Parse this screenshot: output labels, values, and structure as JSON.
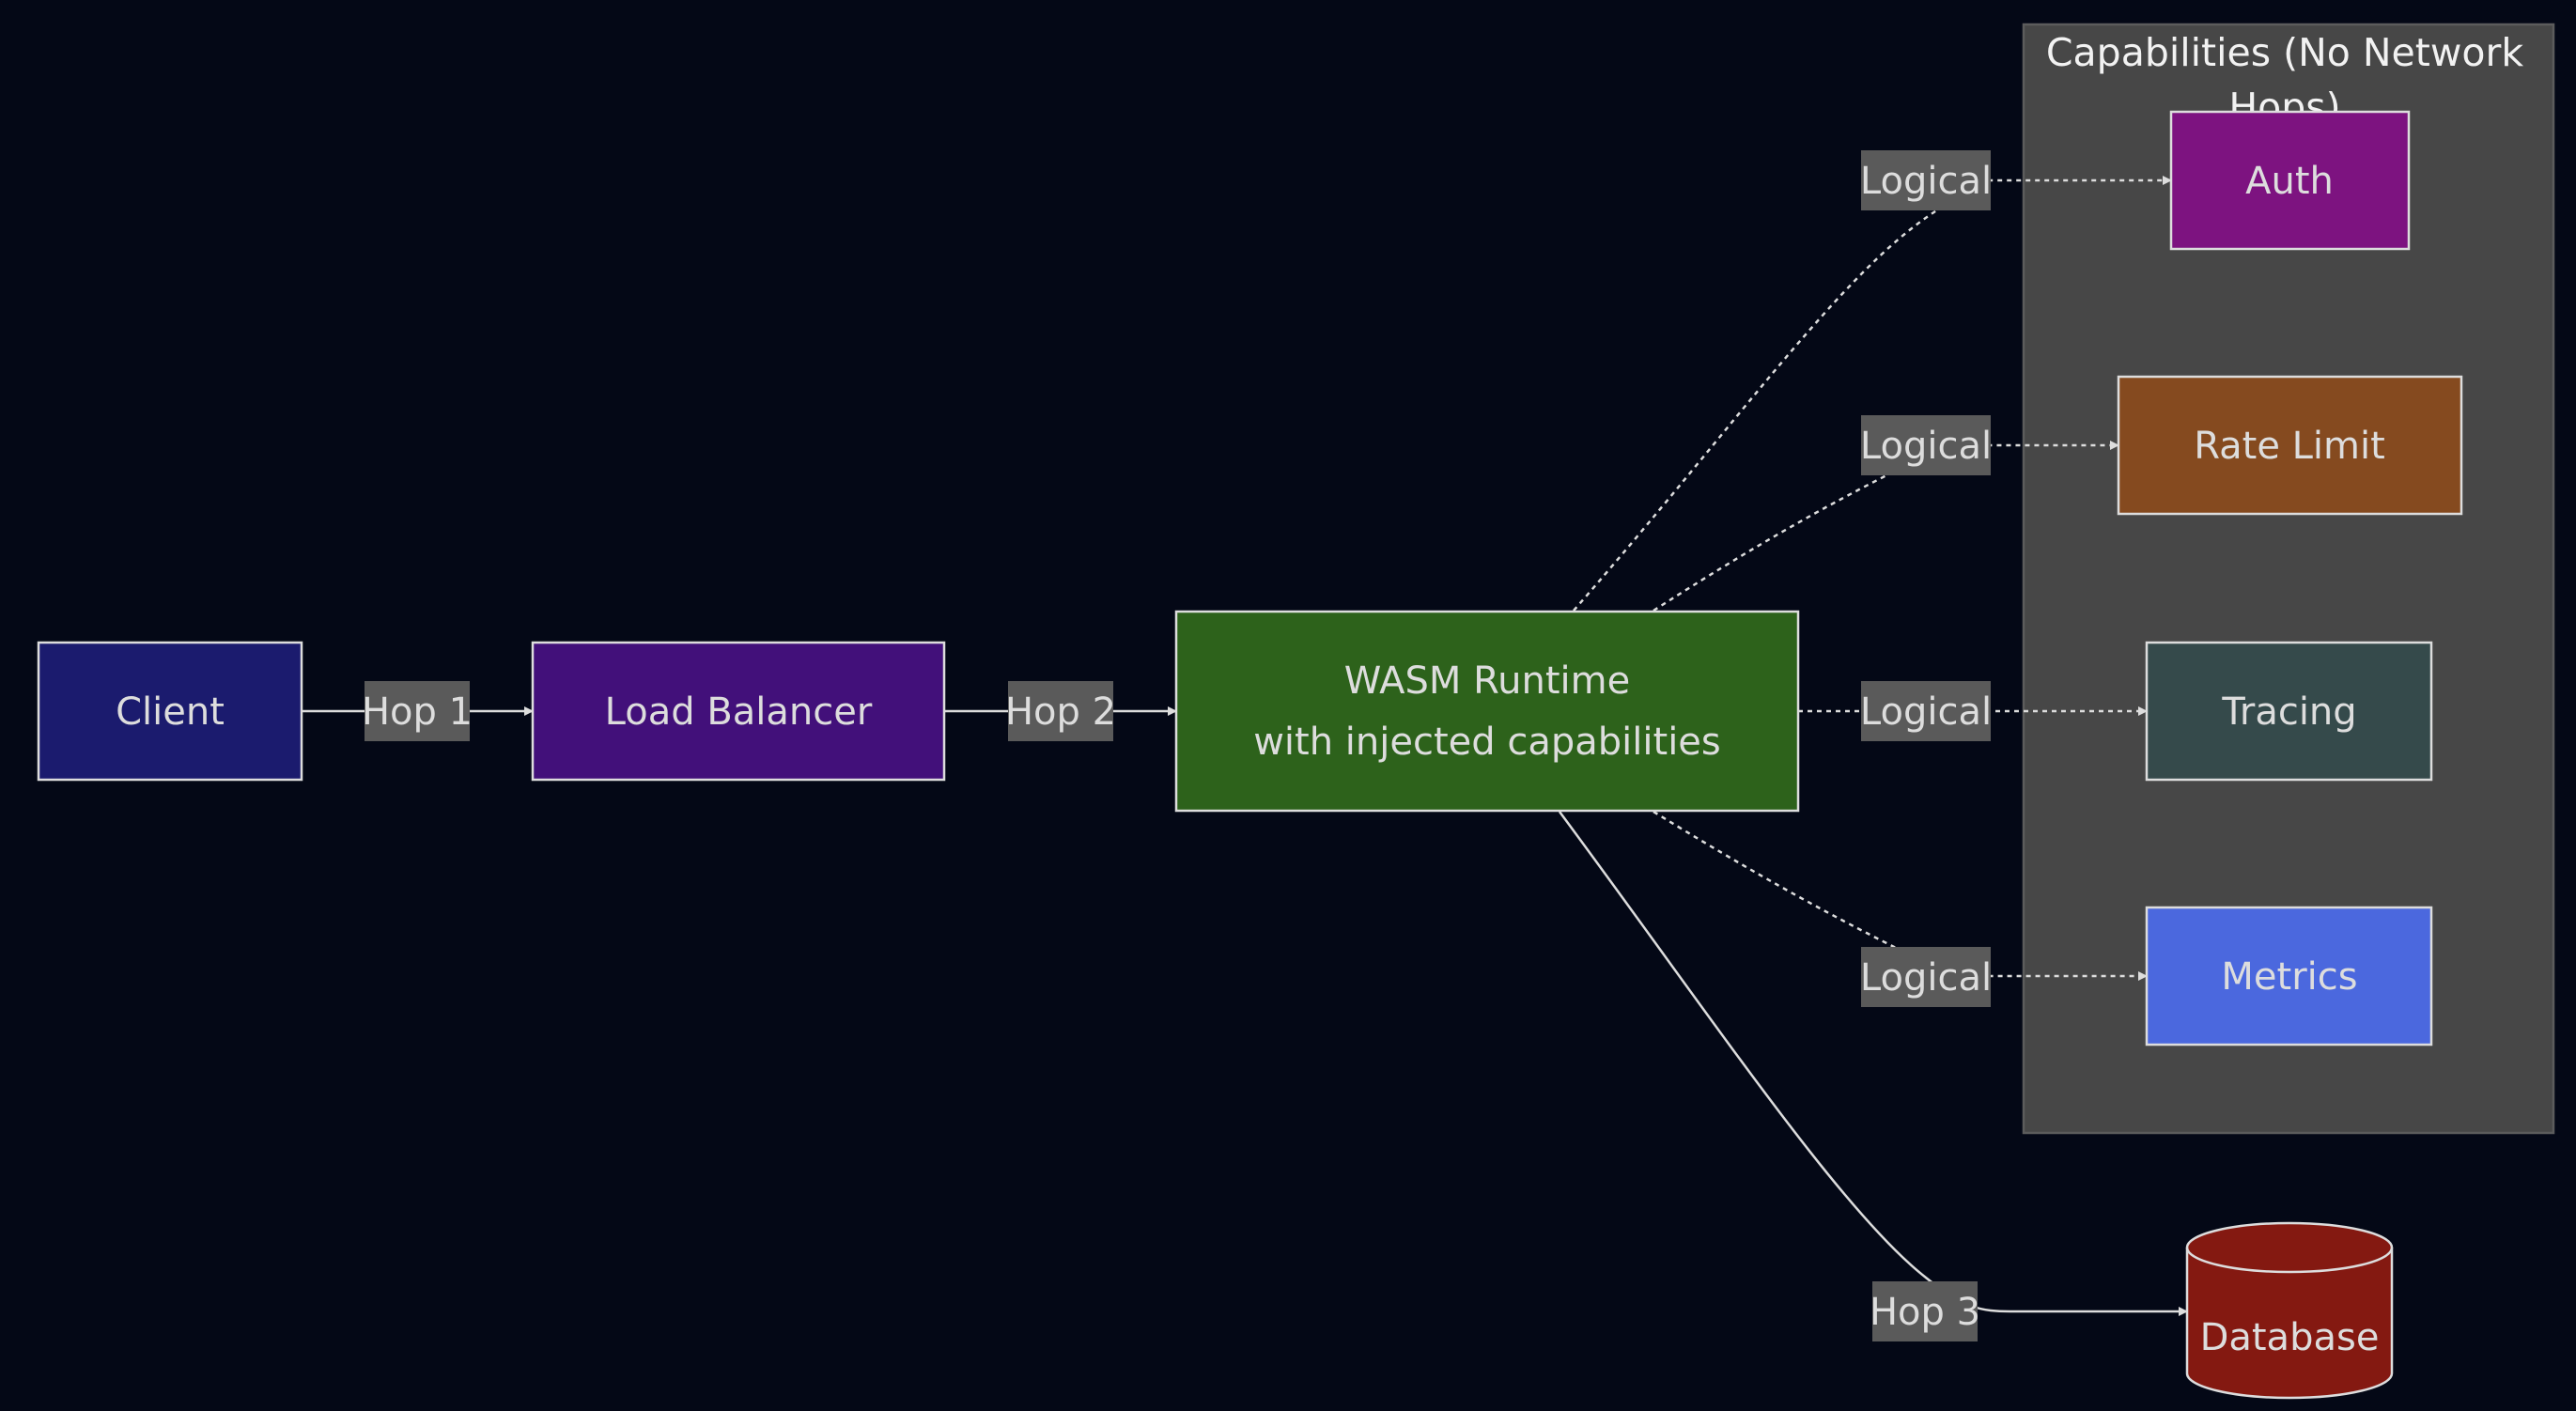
{
  "colors": {
    "background": "#040816",
    "client": "#1b1b6e",
    "load_balancer": "#42107a",
    "runtime": "#2d621b",
    "auth": "#7d1380",
    "rate_limit": "#854a1f",
    "tracing": "#354a4b",
    "metrics": "#4b68de",
    "database": "#841911",
    "cluster": "#474747",
    "edge_label_bg": "#5a5a5a",
    "line": "#dddddd"
  },
  "cluster": {
    "title": "Capabilities (No Network Hops)"
  },
  "nodes": {
    "client": "Client",
    "load_balancer": "Load Balancer",
    "runtime_line1": "WASM Runtime",
    "runtime_line2": "with injected capabilities",
    "auth": "Auth",
    "rate_limit": "Rate Limit",
    "tracing": "Tracing",
    "metrics": "Metrics",
    "database": "Database"
  },
  "edges": {
    "hop1": "Hop 1",
    "hop2": "Hop 2",
    "hop3": "Hop 3",
    "logical": "Logical"
  }
}
